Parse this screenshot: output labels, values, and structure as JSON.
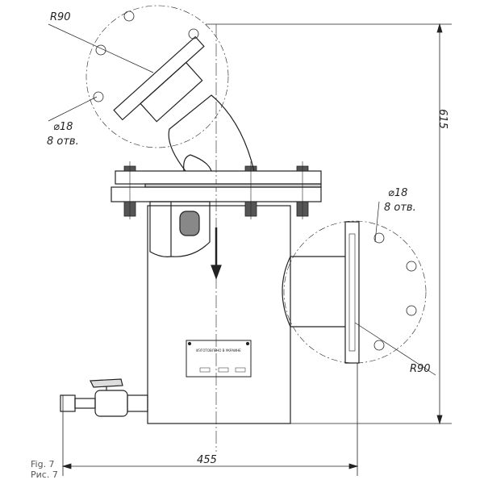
{
  "labels": {
    "radius_top": "R90",
    "holes_top_dia": "⌀18",
    "holes_top_count": "8 отв.",
    "holes_right_dia": "⌀18",
    "holes_right_count": "8 отв.",
    "radius_right": "R90",
    "height_dim": "615",
    "width_dim": "455"
  },
  "caption": {
    "en": "Fig. 7",
    "ru": "Рис. 7"
  },
  "nameplate": {
    "line1": "ИЗГОТОВЛЕНО В УКРАИНЕ"
  }
}
